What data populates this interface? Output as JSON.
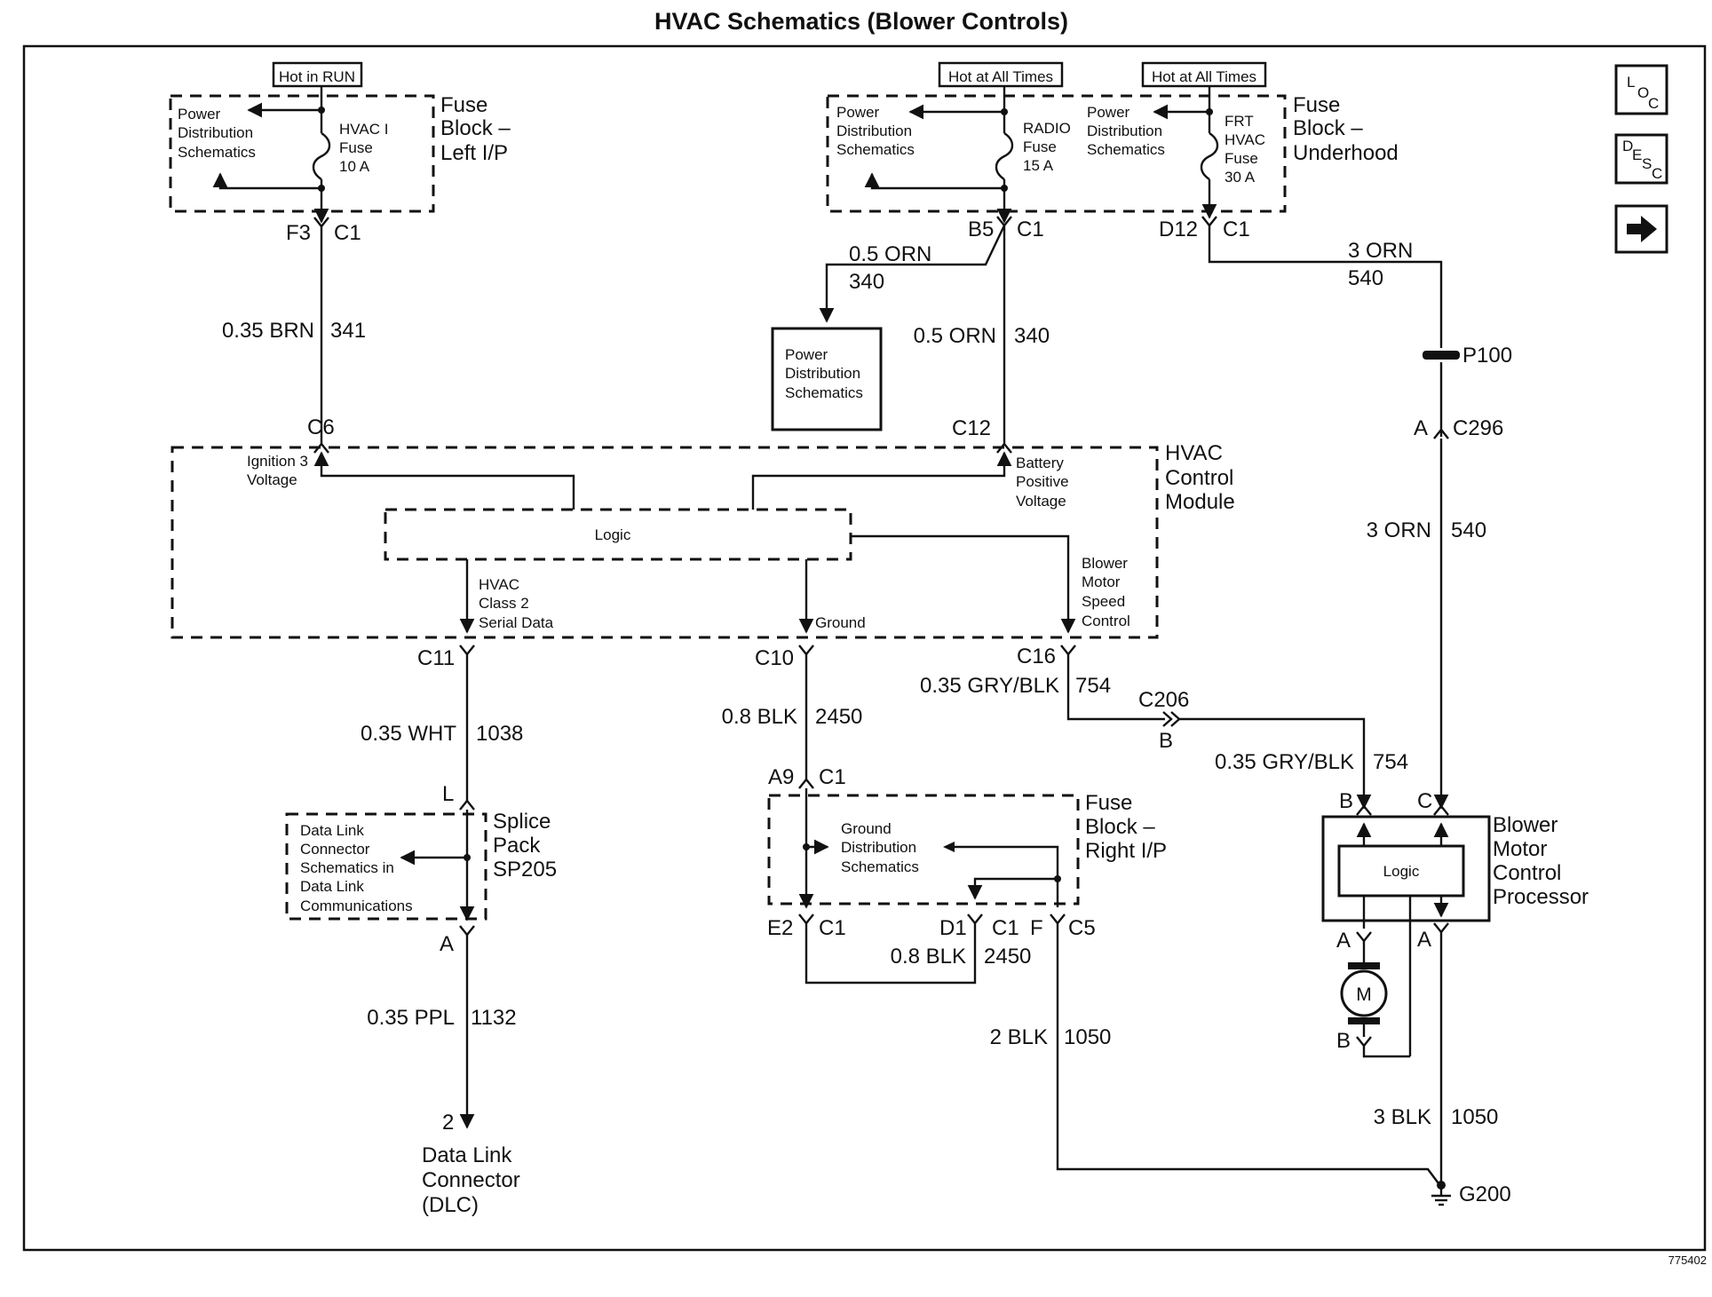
{
  "title": "HVAC Schematics (Blower Controls)",
  "figure_id": "775402",
  "nav_buttons": {
    "loc": [
      "L",
      "O",
      "C"
    ],
    "desc": [
      "D",
      "E",
      "S",
      "C"
    ],
    "next_arrow_icon": "right-arrow-icon"
  },
  "fuse_block_left": {
    "tag": "Hot in RUN",
    "name": [
      "Fuse",
      "Block –",
      "Left I/P"
    ],
    "dest": [
      "Power",
      "Distribution",
      "Schematics"
    ],
    "fuse": [
      "HVAC I",
      "Fuse",
      "10 A"
    ],
    "pin": "F3",
    "conn": "C1"
  },
  "fuse_block_underhood": {
    "tag1": "Hot at All Times",
    "tag2": "Hot at All Times",
    "name": [
      "Fuse",
      "Block –",
      "Underhood"
    ],
    "dest1": [
      "Power",
      "Distribution",
      "Schematics"
    ],
    "fuse1": [
      "RADIO",
      "Fuse",
      "15 A"
    ],
    "dest2": [
      "Power",
      "Distribution",
      "Schematics"
    ],
    "fuse2": [
      "FRT",
      "HVAC",
      "Fuse",
      "30 A"
    ],
    "pin1": "B5",
    "conn1": "C1",
    "pin2": "D12",
    "conn2": "C1"
  },
  "wires": {
    "brn": {
      "label": "0.35 BRN",
      "circuit": "341"
    },
    "orn_branch": {
      "label": "0.5 ORN",
      "circuit": "340"
    },
    "orn": {
      "label": "0.5 ORN",
      "circuit": "340"
    },
    "orn3_top": {
      "label": "3 ORN",
      "circuit": "540"
    },
    "orn3_mid": {
      "label": "3 ORN",
      "circuit": "540"
    },
    "wht": {
      "label": "0.35 WHT",
      "circuit": "1038"
    },
    "blk_ground": {
      "label": "0.8 BLK",
      "circuit": "2450"
    },
    "gryblk1": {
      "label": "0.35 GRY/BLK",
      "circuit": "754"
    },
    "gryblk2": {
      "label": "0.35 GRY/BLK",
      "circuit": "754"
    },
    "ppl": {
      "label": "0.35 PPL",
      "circuit": "1132"
    },
    "blk_jumper": {
      "label": "0.8 BLK",
      "circuit": "2450"
    },
    "blk2": {
      "label": "2 BLK",
      "circuit": "1050"
    },
    "blk3": {
      "label": "3 BLK",
      "circuit": "1050"
    }
  },
  "power_dist_box": [
    "Power",
    "Distribution",
    "Schematics"
  ],
  "p100": "P100",
  "c296": {
    "pin": "A",
    "conn": "C296"
  },
  "hvac_module": {
    "name": [
      "HVAC",
      "Control",
      "Module"
    ],
    "ign": [
      "Ignition 3",
      "Voltage"
    ],
    "batt": [
      "Battery",
      "Positive",
      "Voltage"
    ],
    "logic": "Logic",
    "class2": [
      "HVAC",
      "Class 2",
      "Serial Data"
    ],
    "ground": "Ground",
    "speed": [
      "Blower",
      "Motor",
      "Speed",
      "Control"
    ],
    "c6": "C6",
    "c12": "C12",
    "c11": "C11",
    "c10": "C10",
    "c16": "C16"
  },
  "c206": {
    "conn": "C206",
    "pin": "B"
  },
  "splice_pack": {
    "pin_top": "L",
    "pin_bottom": "A",
    "name": [
      "Splice",
      "Pack",
      "SP205"
    ],
    "dest": [
      "Data Link",
      "Connector",
      "Schematics in",
      "Data Link",
      "Communications"
    ]
  },
  "fuse_block_right": {
    "name": [
      "Fuse",
      "Block –",
      "Right I/P"
    ],
    "dest": [
      "Ground",
      "Distribution",
      "Schematics"
    ],
    "a9": "A9",
    "c1a": "C1",
    "e2": "E2",
    "c1b": "C1",
    "d1": "D1",
    "c1c": "C1",
    "f": "F",
    "c5": "C5"
  },
  "dlc": {
    "pin": "2",
    "name": [
      "Data Link",
      "Connector",
      "(DLC)"
    ]
  },
  "blower": {
    "name": [
      "Blower",
      "Motor",
      "Control",
      "Processor"
    ],
    "logic": "Logic",
    "pin_b": "B",
    "pin_c": "C",
    "pin_a_left": "A",
    "pin_a_right": "A",
    "motor": "M",
    "motor_a": "A",
    "motor_b": "B"
  },
  "ground_g200": "G200"
}
